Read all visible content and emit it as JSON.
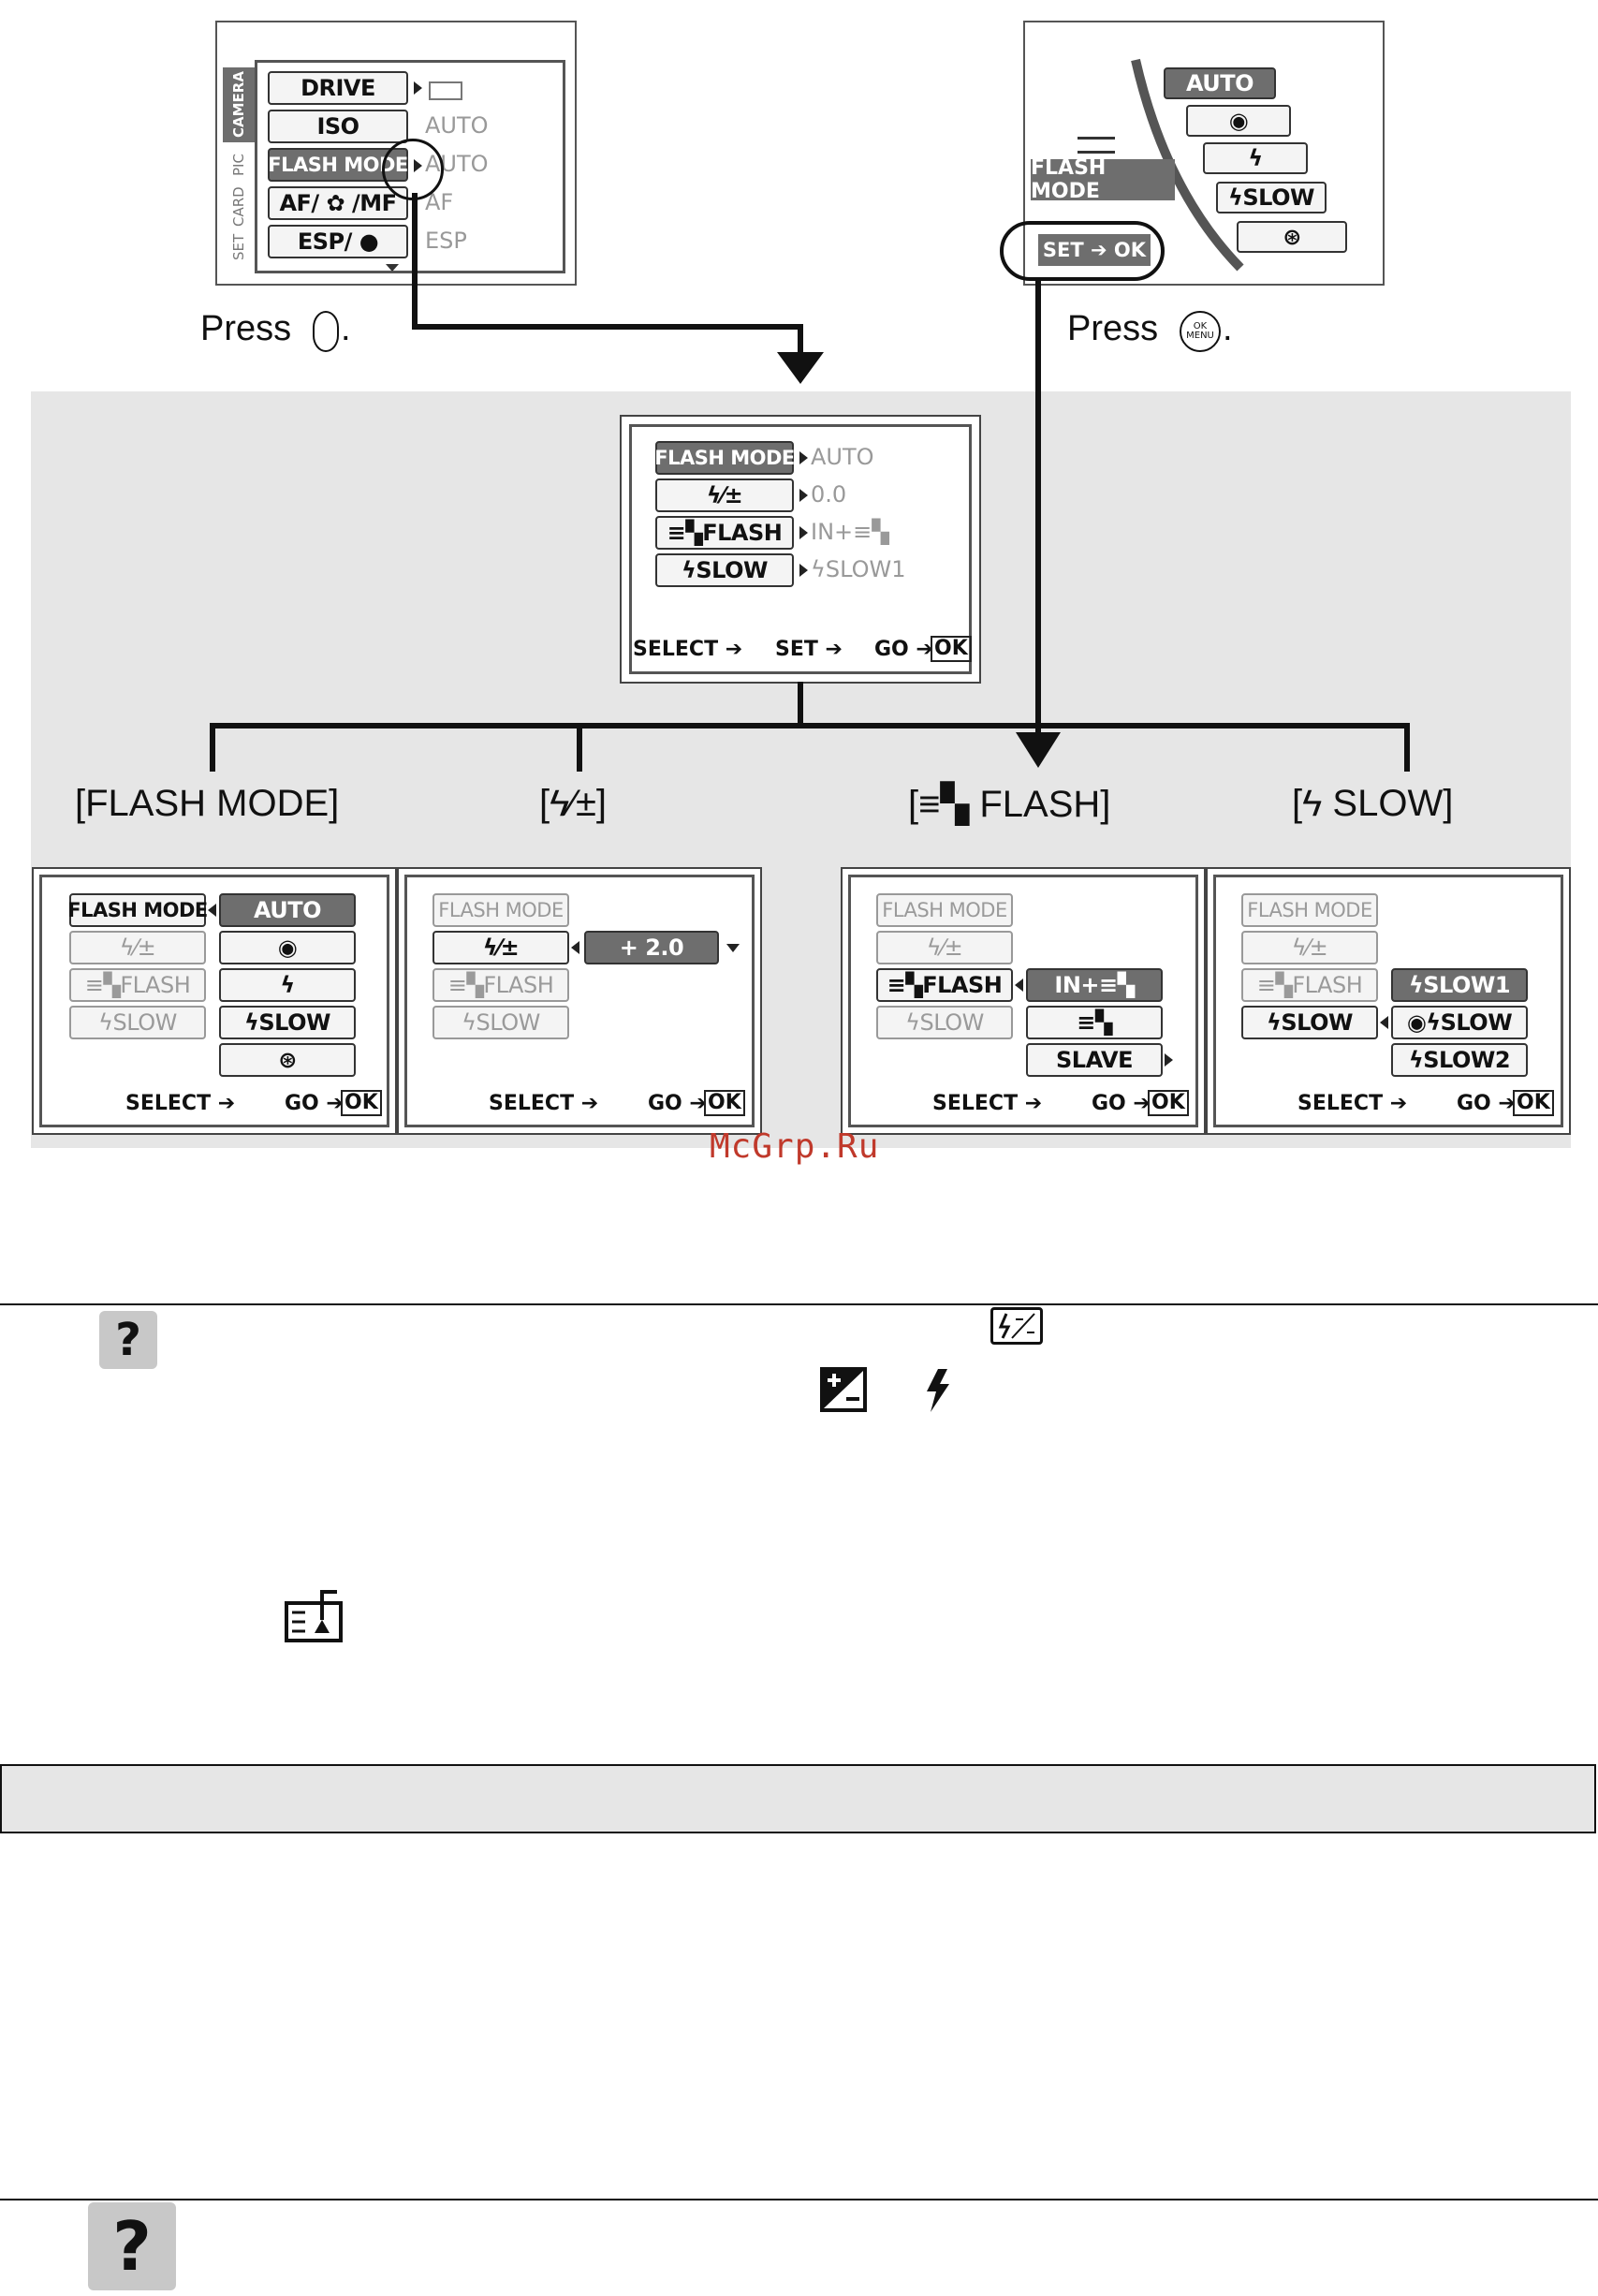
{
  "top_left": {
    "menu": [
      "DRIVE",
      "ISO",
      "FLASH MODE",
      "AF/ ✿ /MF",
      "ESP/ ●"
    ],
    "values": [
      "",
      "AUTO",
      "AUTO",
      "AF",
      "ESP"
    ],
    "tabs": [
      "CAMERA",
      "PIC",
      "CARD",
      "SET"
    ],
    "press_label": "Press",
    "press_suffix": "."
  },
  "top_right": {
    "options": [
      "AUTO",
      "◉",
      "ϟ",
      "ϟSLOW",
      "⊛"
    ],
    "flash_label": "FLASH MODE",
    "set_label": "SET ➔ OK",
    "press_label": "Press",
    "press_suffix": "."
  },
  "center_menu": {
    "items": [
      "FLASH MODE",
      "ϟ⁄±",
      "≡▚FLASH",
      "ϟSLOW"
    ],
    "values": [
      "AUTO",
      "0.0",
      "IN+≡▚",
      "ϟSLOW1"
    ],
    "footer": {
      "select": "SELECT ➔",
      "set": "SET ➔",
      "go": "GO ➔",
      "ok": "OK"
    }
  },
  "captions": [
    "[FLASH MODE]",
    "[ϟ⁄±]",
    "[≡▚ FLASH]",
    "[ϟ SLOW]"
  ],
  "sub_screens": {
    "left_items": [
      "FLASH MODE",
      "ϟ⁄±",
      "≡▚FLASH",
      "ϟSLOW"
    ],
    "flash_mode_options": [
      "AUTO",
      "◉",
      "ϟ",
      "ϟSLOW",
      "⊛"
    ],
    "comp_value": "+ 2.0",
    "flash_options": [
      "IN+≡▚",
      "≡▚",
      "SLAVE"
    ],
    "slow_options": [
      "ϟSLOW1",
      "◉ϟSLOW",
      "ϟSLOW2"
    ],
    "footer": {
      "select": "SELECT ➔",
      "go": "GO ➔",
      "ok": "OK"
    }
  },
  "watermark": "McGrp.Ru",
  "help_icon": "?",
  "colors": {
    "band": "#e6e6e6",
    "selected": "#6e6e6e",
    "watermark": "#c0392b"
  }
}
